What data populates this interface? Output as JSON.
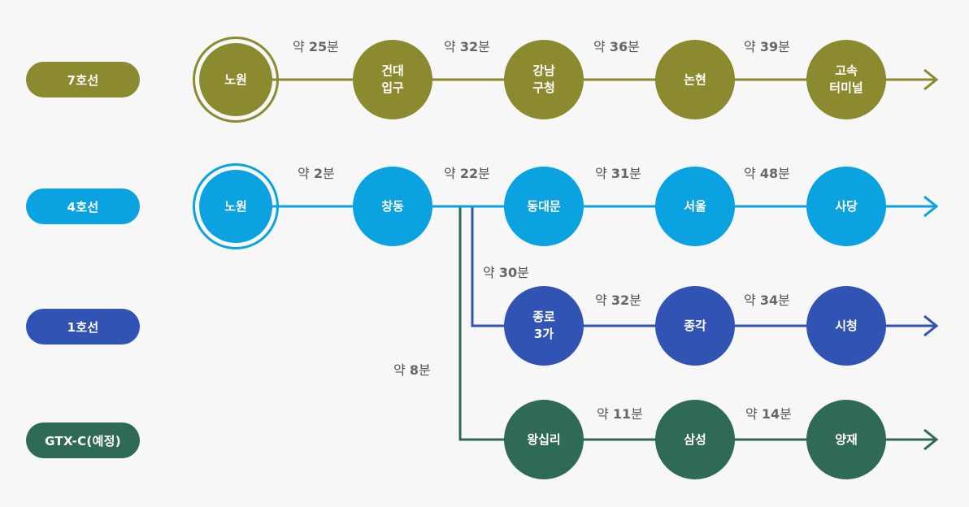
{
  "colors": {
    "line7": "#8b8a2f",
    "line4": "#0aa2e0",
    "line1": "#3153b3",
    "gtxc": "#2e6a54",
    "background": "#f7f7f7",
    "time_text": "#555555"
  },
  "lines": {
    "line7": {
      "label": "7호선",
      "stations": [
        "노원",
        "건대\n입구",
        "강남\n구청",
        "논현",
        "고속\n터미널"
      ],
      "times": [
        {
          "prefix": "약 ",
          "num": "25",
          "suffix": "분"
        },
        {
          "prefix": "약 ",
          "num": "32",
          "suffix": "분"
        },
        {
          "prefix": "약 ",
          "num": "36",
          "suffix": "분"
        },
        {
          "prefix": "약 ",
          "num": "39",
          "suffix": "분"
        }
      ]
    },
    "line4": {
      "label": "4호선",
      "stations": [
        "노원",
        "창동",
        "동대문",
        "서울",
        "사당"
      ],
      "times": [
        {
          "prefix": "약 ",
          "num": "2",
          "suffix": "분"
        },
        {
          "prefix": "약 ",
          "num": "22",
          "suffix": "분"
        },
        {
          "prefix": "약 ",
          "num": "31",
          "suffix": "분"
        },
        {
          "prefix": "약 ",
          "num": "48",
          "suffix": "분"
        }
      ]
    },
    "line1": {
      "label": "1호선",
      "stations": [
        "종로\n3가",
        "종각",
        "시청"
      ],
      "times": [
        {
          "prefix": "약 ",
          "num": "30",
          "suffix": "분"
        },
        {
          "prefix": "약 ",
          "num": "32",
          "suffix": "분"
        },
        {
          "prefix": "약 ",
          "num": "34",
          "suffix": "분"
        }
      ]
    },
    "gtxc": {
      "label": "GTX-C(예정)",
      "stations": [
        "왕십리",
        "삼성",
        "양재"
      ],
      "times": [
        {
          "prefix": "약 ",
          "num": "8",
          "suffix": "분"
        },
        {
          "prefix": "약 ",
          "num": "11",
          "suffix": "분"
        },
        {
          "prefix": "약 ",
          "num": "14",
          "suffix": "분"
        }
      ]
    }
  }
}
